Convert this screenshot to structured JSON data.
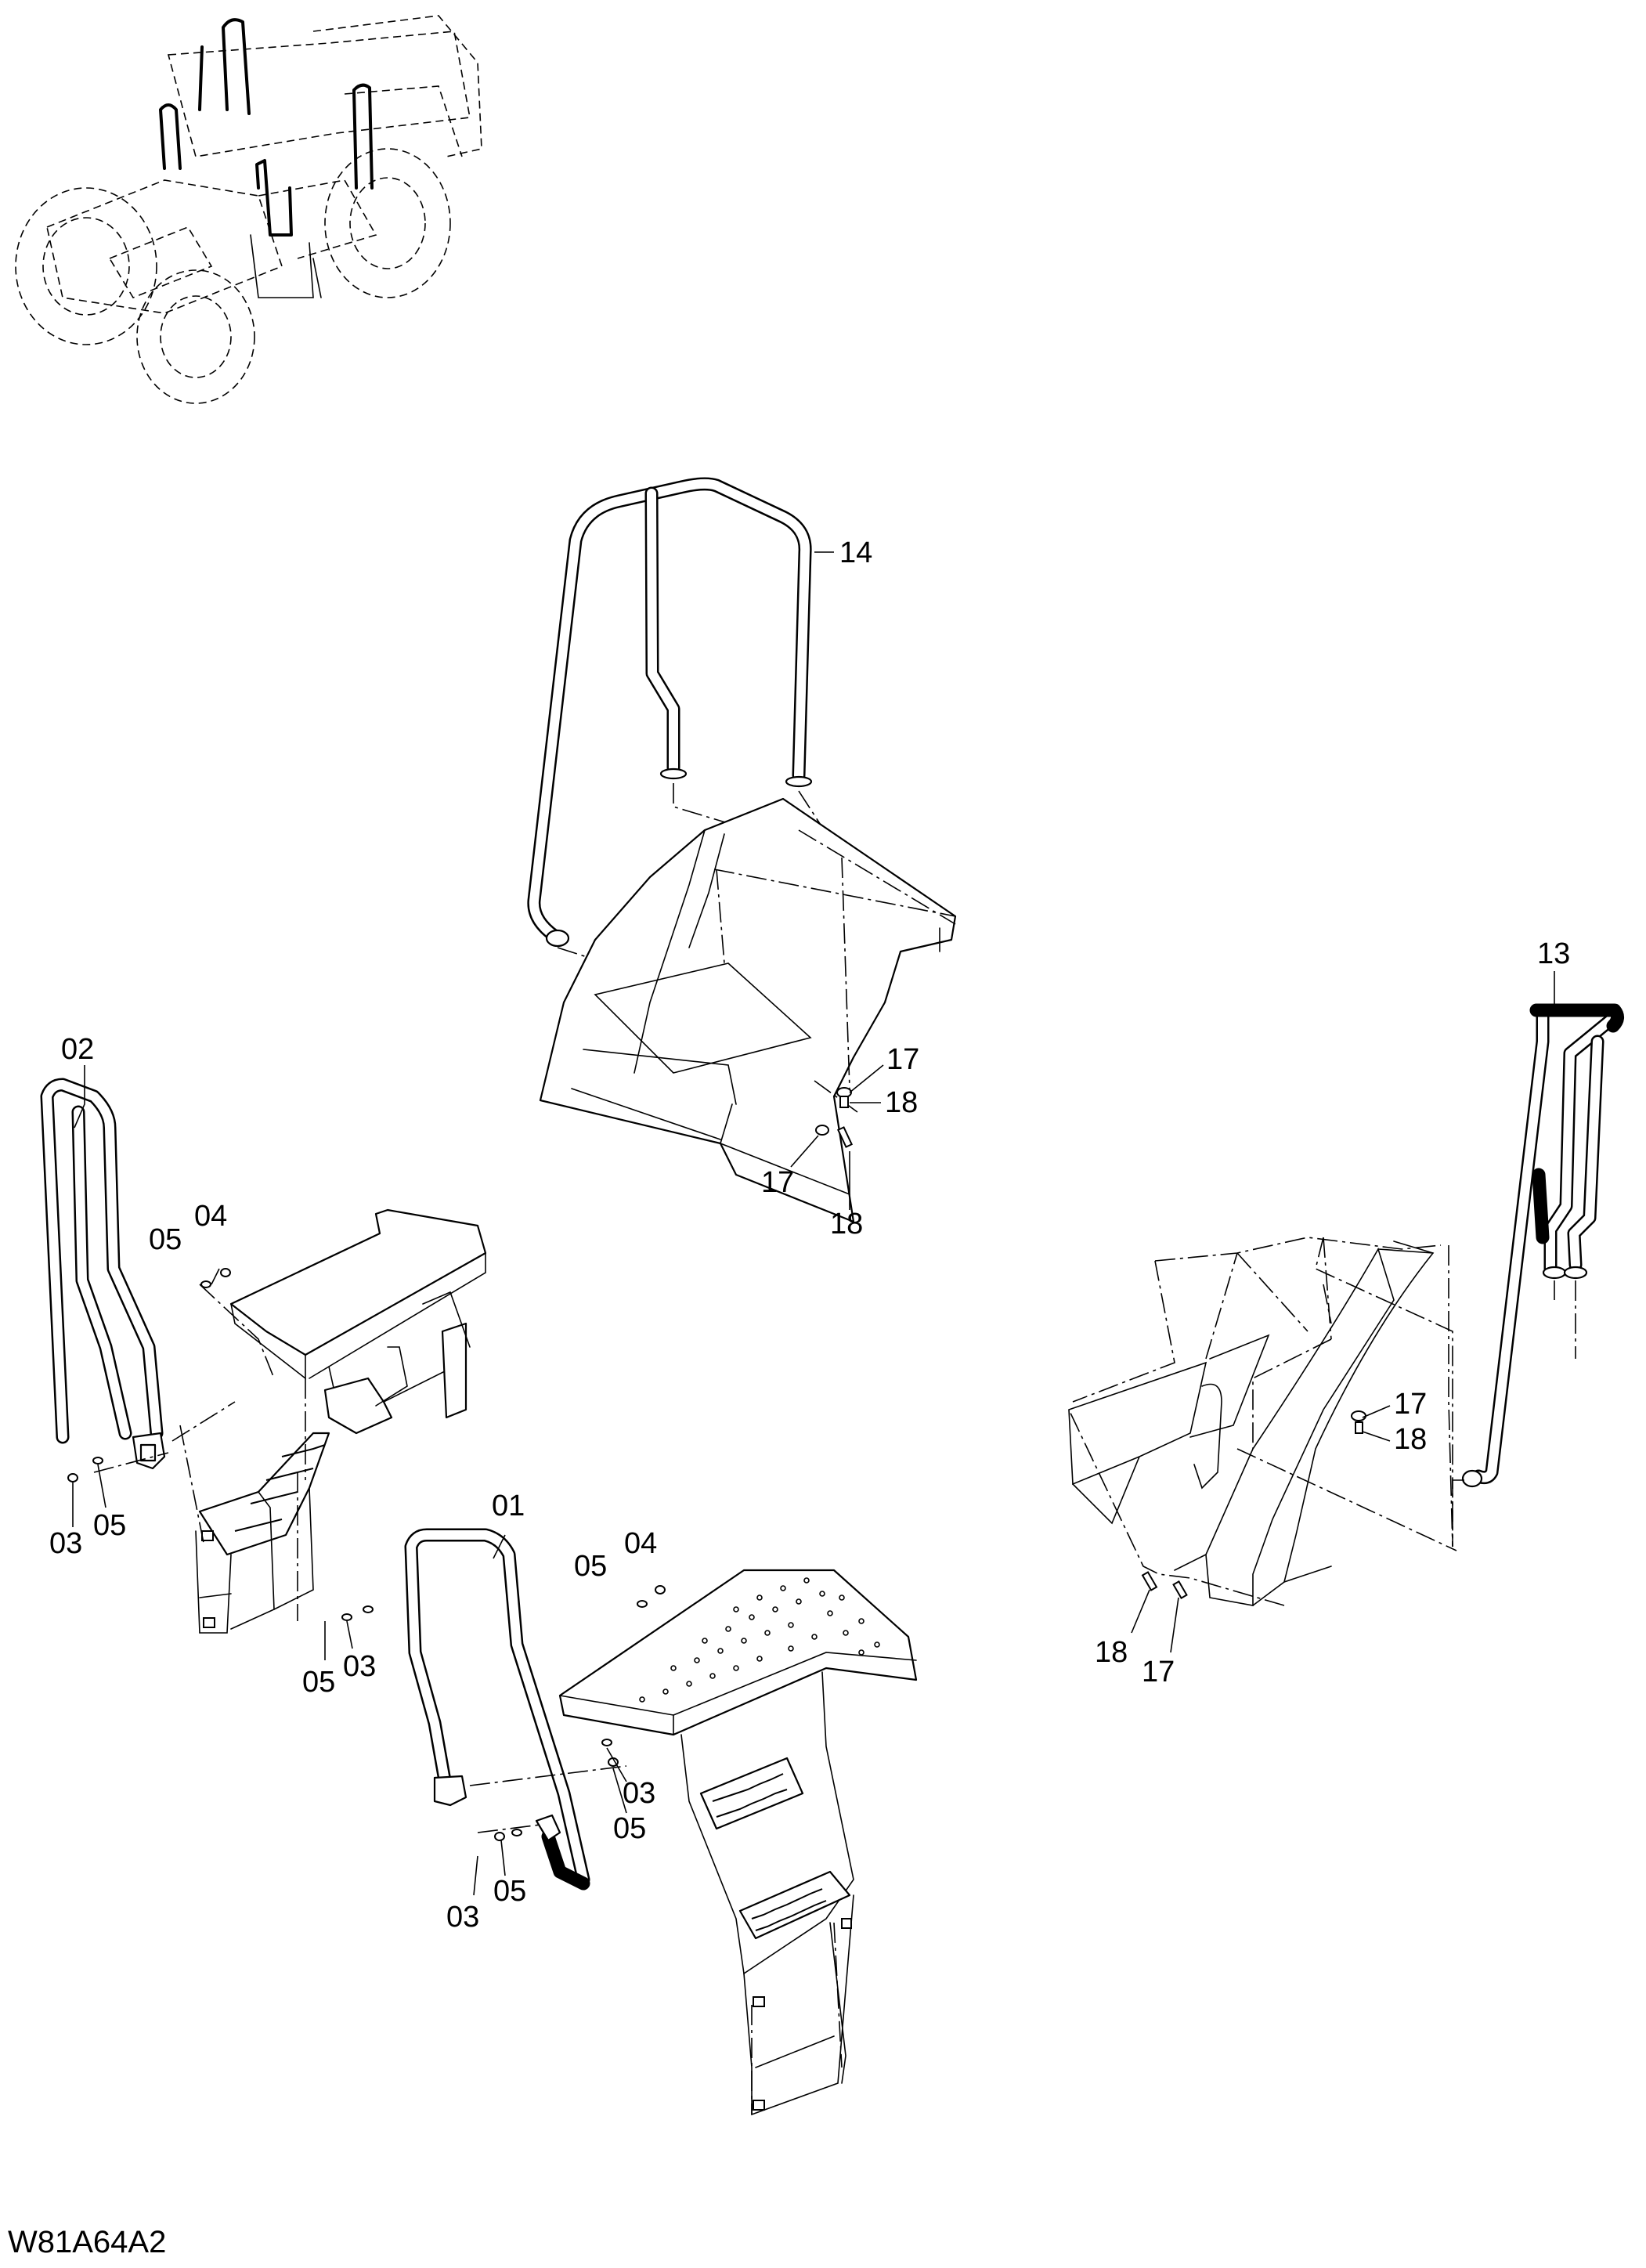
{
  "drawing_code": "W81A64A2",
  "callouts": {
    "c14": "14",
    "c13": "13",
    "c02": "02",
    "c01": "01",
    "c04a": "04",
    "c05a": "05",
    "c05b": "05",
    "c03b": "03",
    "c05c": "05",
    "c03c": "03",
    "c05d": "05",
    "c04d": "04",
    "c03e": "03",
    "c05e": "05",
    "c03f": "03",
    "c05f": "05",
    "c17a": "17",
    "c18a": "18",
    "c17b": "17",
    "c18b": "18",
    "c17c": "17",
    "c18c": "18",
    "c18d": "18",
    "c17d": "17"
  }
}
